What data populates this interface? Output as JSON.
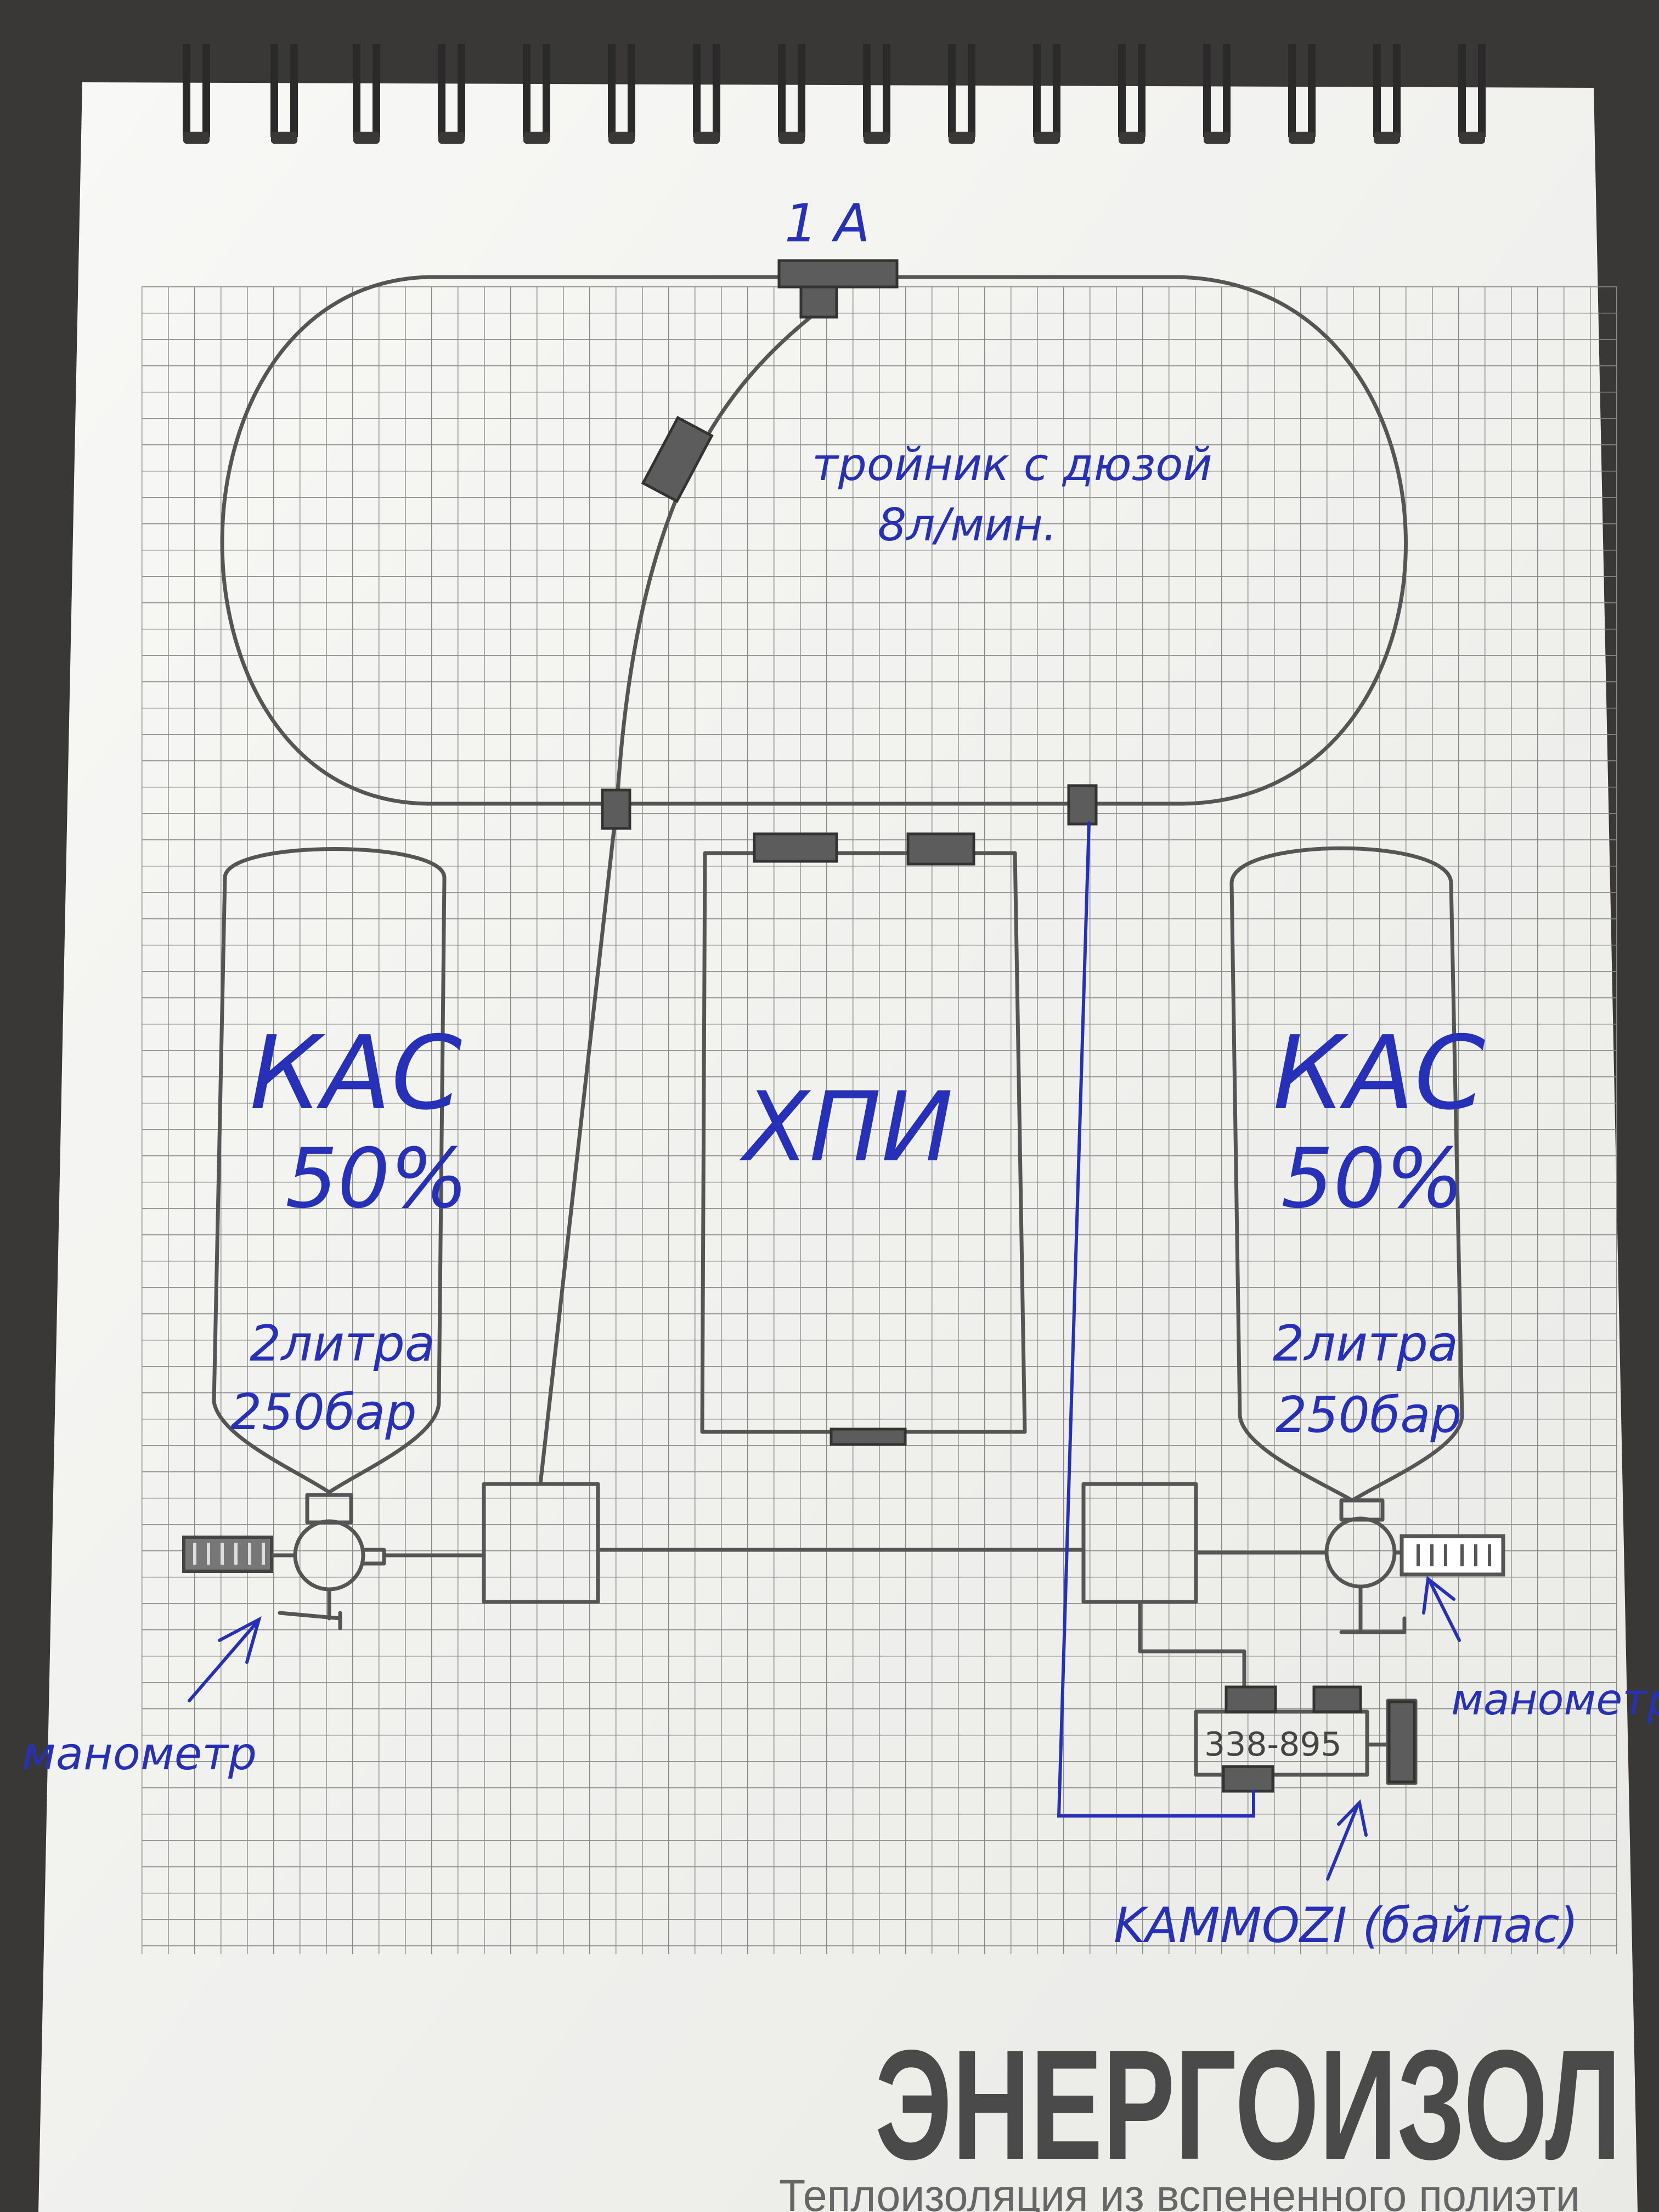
{
  "diagram": {
    "top_label": "1 A",
    "tee_label_line1": "тройник с дюзой",
    "tee_label_line2": "8л/мин.",
    "center_label": "ХПИ",
    "left_cylinder": {
      "line1": "КАС",
      "line2": "50%",
      "line3": "2литра",
      "line4": "250бар"
    },
    "right_cylinder": {
      "line1": "КАС",
      "line2": "50%",
      "line3": "2литра",
      "line4": "250бар"
    },
    "gauge_label_left": "манометр",
    "gauge_label_right": "манометр",
    "valve_code": "338-895",
    "bypass_label": "KAMMOZI (байпас)"
  },
  "notebook": {
    "brand": "ЭНЕРГОИЗОЛ",
    "tagline": "Теплоизоляция из вспененного полиэти"
  },
  "colors": {
    "ink": "#2630b8",
    "pencil": "#555555",
    "grid": "#8a8a8a",
    "paper": "#f4f4f2"
  }
}
